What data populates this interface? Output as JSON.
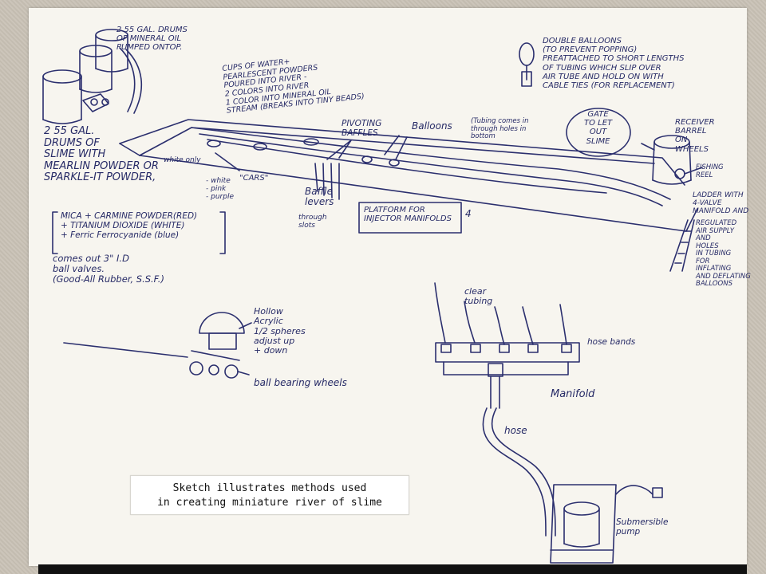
{
  "labels": {
    "drums_oil": "2 55 GAL. DRUMS\nOF MINERAL OIL\nPUMPED ONTOP.",
    "double_balloons": "DOUBLE BALLOONS\n(TO PREVENT POPPING)\nPREATTACHED TO SHORT LENGTHS\nOF TUBING WHICH SLIP OVER\nAIR TUBE AND HOLD ON WITH\nCABLE TIES (FOR REPLACEMENT)",
    "cups_of_water": "CUPS OF WATER+\nPEARLESCENT POWDERS\nPOURED INTO RIVER -\n2 COLORS INTO RIVER\n1 COLOR INTO MINERAL OIL\nSTREAM (BREAKS INTO TINY BEADS)",
    "drums_slime": "2 55 GAL.\nDRUMS OF\nSLIME WITH\nMEARLIN POWDER OR\nSPARKLE-IT POWDER,",
    "white_only": "white only",
    "white_pink_purple": "- white\n- pink\n- purple",
    "mica_list": "MICA + CARMINE POWDER(RED)\n+ TITANIUM DIOXIDE (WHITE)\n+ Ferric Ferrocyanide (blue)",
    "comes_out": "comes out 3\" I.D\nball valves.\n(Good-All Rubber, S.S.F.)",
    "pivoting_baffles": "PIVOTING\nBAFFLES",
    "balloons": "Balloons",
    "tubing_comes": "(Tubing comes in\nthrough holes in\nbottom",
    "gate": "GATE\nTO LET\nOUT\nSLIME",
    "receiver_barrel": "RECEIVER\nBARREL\nON\nWHEELS",
    "fishing_reel": "FISHING\nREEL",
    "cars": "\"CARS\"",
    "baffle_levers": "Baffle\nlevers",
    "through_slots": "through\nslots",
    "platform": "PLATFORM FOR\nINJECTOR MANIFOLDS",
    "platform_num": "4",
    "ladder": "LADDER WITH\n4-VALVE\nMANIFOLD AND",
    "regulated": "REGULATED\nAIR SUPPLY\nAND\nHOLES\nIN TUBING\nFOR\nINFLATING\nAND DEFLATING\nBALLOONS",
    "hollow_acrylic": "Hollow\nAcrylic\n1/2 spheres\nadjust up\n+ down",
    "ball_bearing": "ball bearing wheels",
    "clear_tubing": "clear\ntubing",
    "hose_bands": "hose bands",
    "manifold": "Manifold",
    "hose": "hose",
    "submersible_pump": "Submersible\npump"
  },
  "caption": {
    "line1": "Sketch illustrates methods used",
    "line2": "in creating miniature river of slime"
  }
}
